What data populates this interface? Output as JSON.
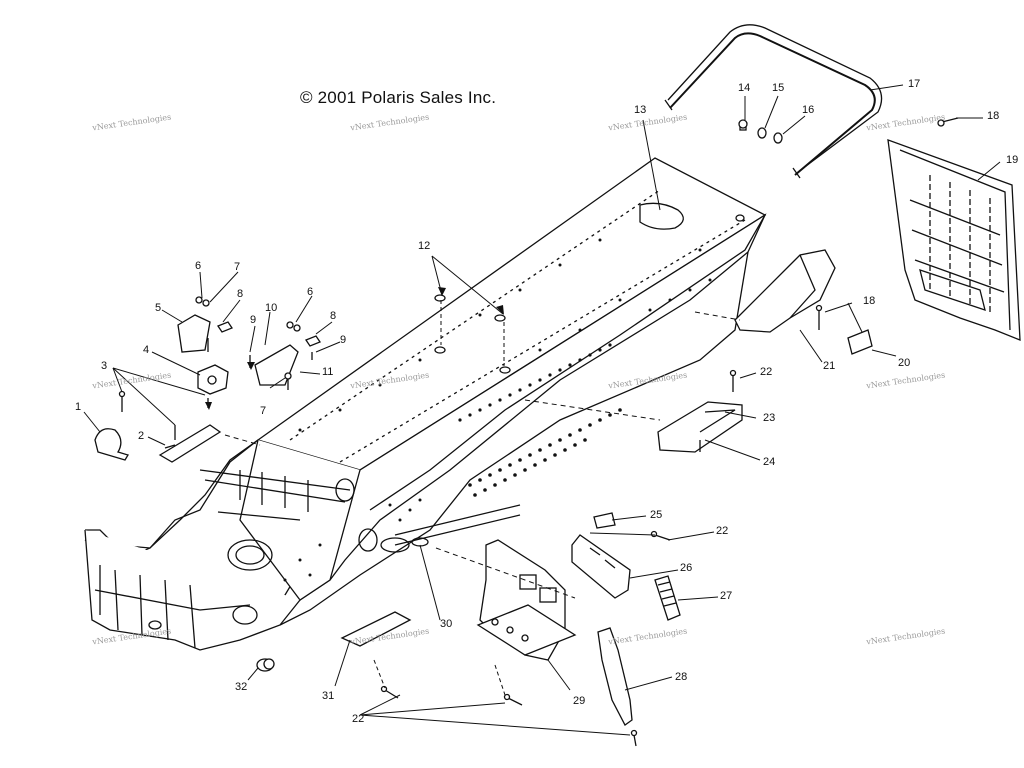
{
  "copyright": "© 2001 Polaris Sales Inc.",
  "watermark": "vNext Technologies",
  "callouts": {
    "c1": "1",
    "c2": "2",
    "c3": "3",
    "c4": "4",
    "c5": "5",
    "c6a": "6",
    "c6b": "6",
    "c7a": "7",
    "c7b": "7",
    "c8a": "8",
    "c8b": "8",
    "c9a": "9",
    "c9b": "9",
    "c10": "10",
    "c11": "11",
    "c12": "12",
    "c13": "13",
    "c14": "14",
    "c15": "15",
    "c16": "16",
    "c17": "17",
    "c18a": "18",
    "c18b": "18",
    "c19": "19",
    "c20": "20",
    "c21": "21",
    "c22a": "22",
    "c22b": "22",
    "c22c": "22",
    "c23": "23",
    "c24": "24",
    "c25": "25",
    "c26": "26",
    "c27": "27",
    "c28": "28",
    "c29": "29",
    "c30": "30",
    "c31": "31",
    "c32": "32"
  }
}
